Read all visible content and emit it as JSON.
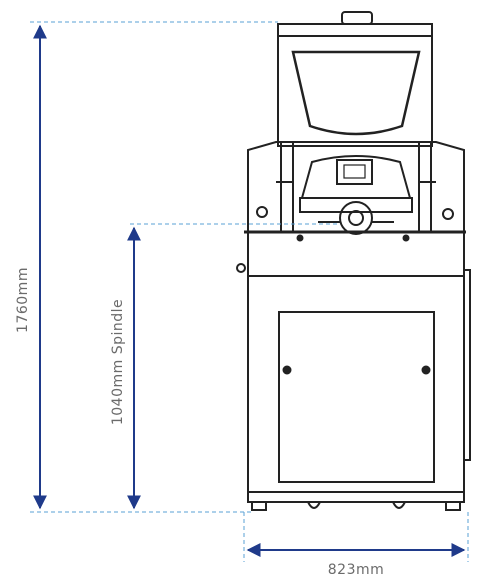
{
  "dimensions": {
    "total_height": {
      "label": "1760mm"
    },
    "spindle_height": {
      "label": "1040mm Spindle"
    },
    "width": {
      "label": "823mm"
    }
  },
  "colors": {
    "dimension_line": "#1f3a8a",
    "guide_line": "#5aa0d6",
    "machine_outline": "#222222",
    "label_text": "#6b6b6b"
  }
}
